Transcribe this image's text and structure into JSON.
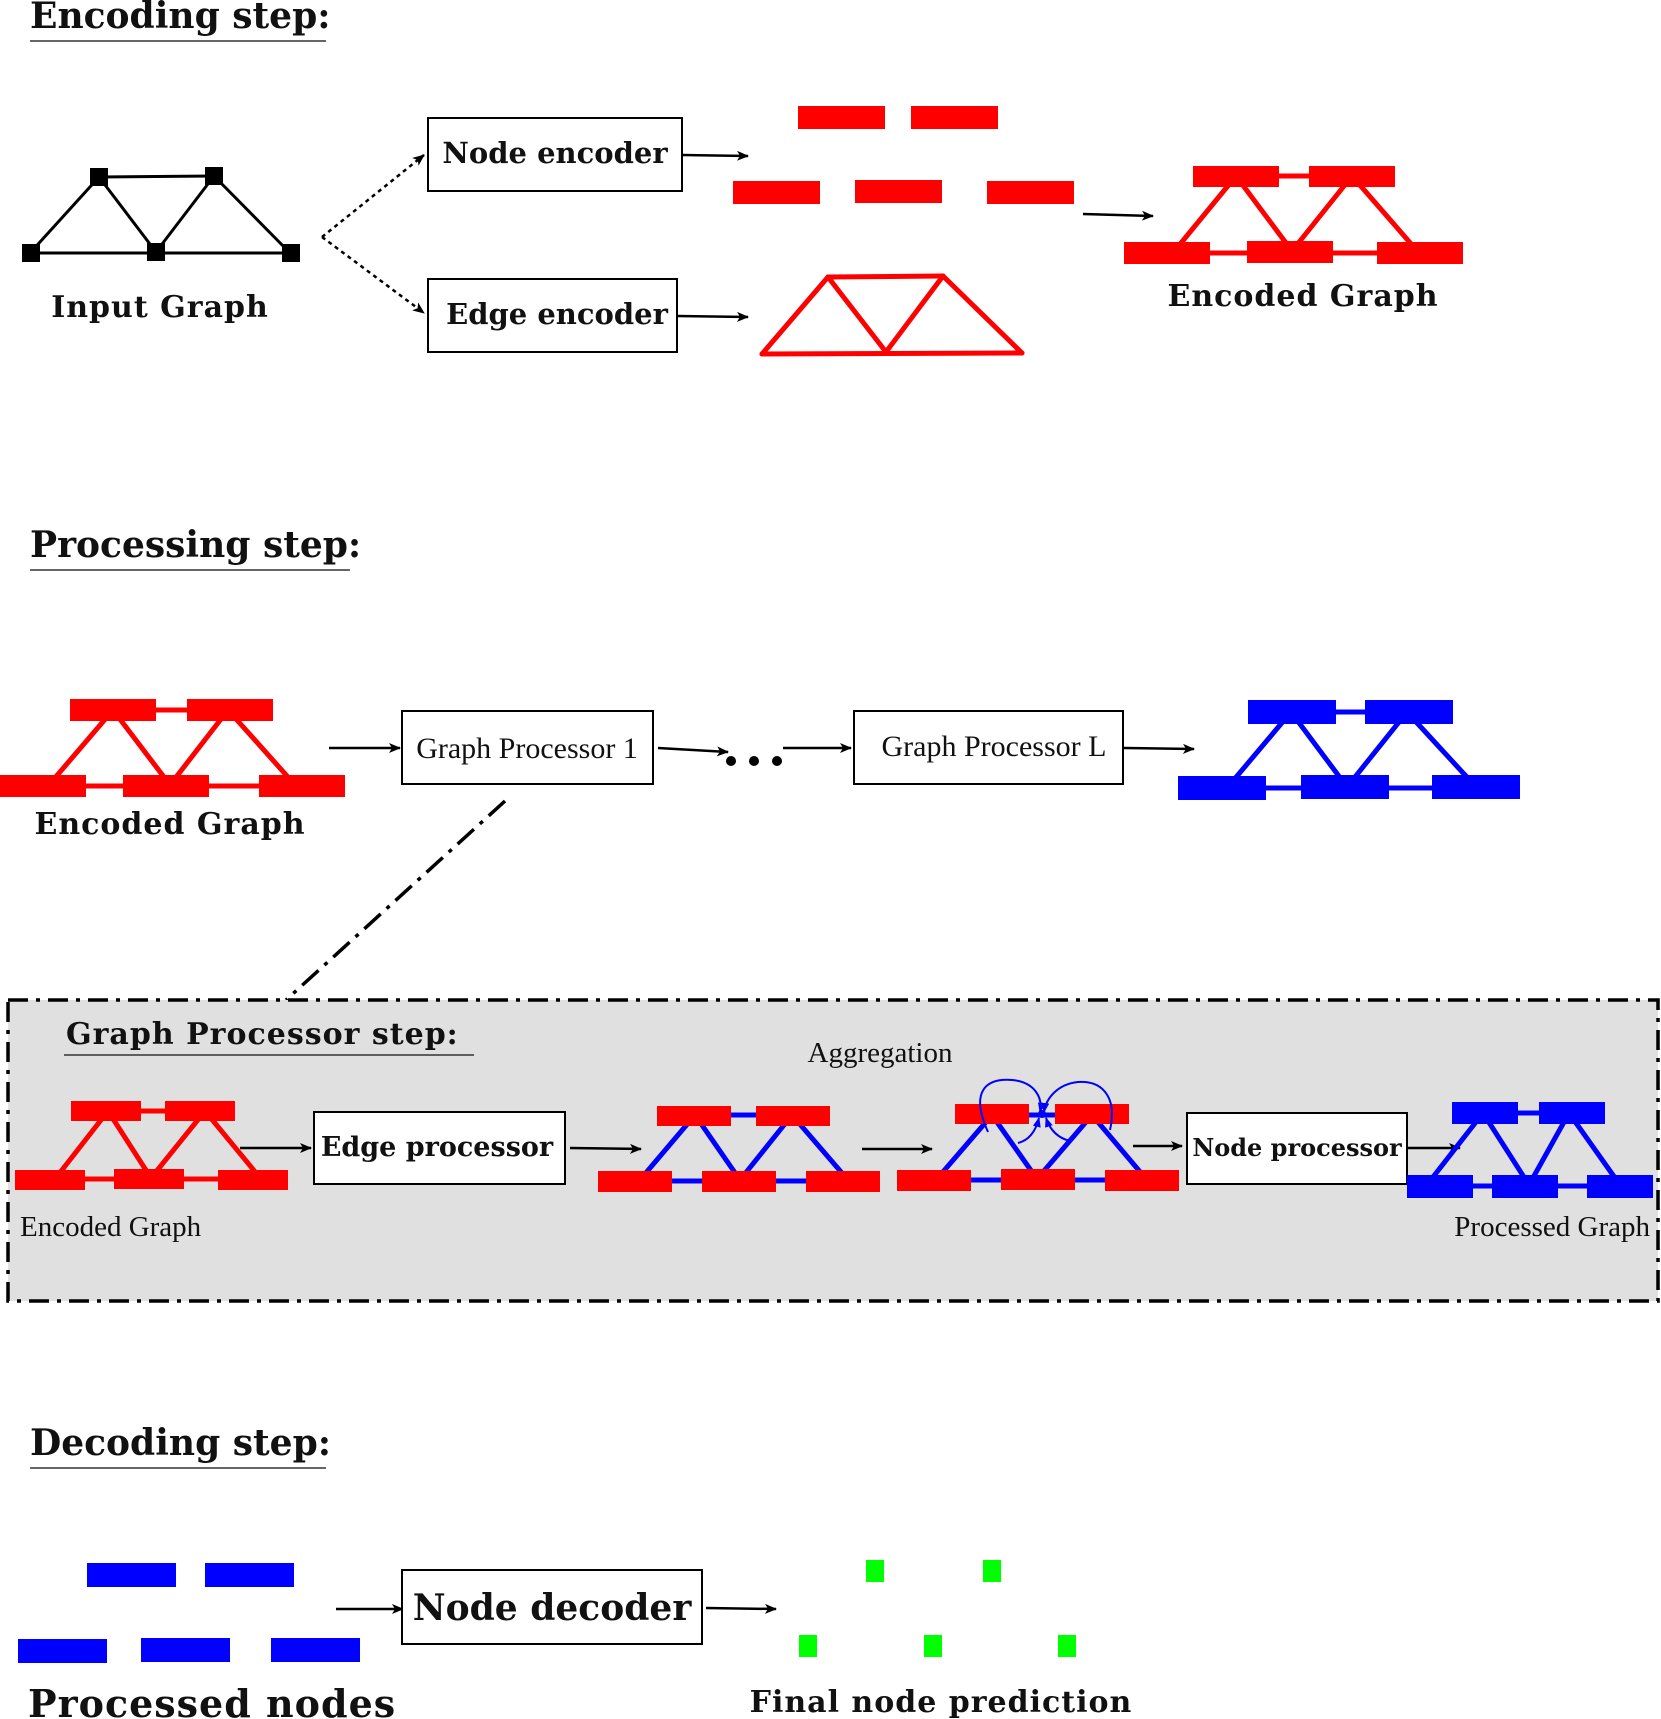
{
  "sections": {
    "encoding": "Encoding step:",
    "processing": "Processing step:",
    "decoding": "Decoding step:",
    "processor_step": "Graph Processor step:"
  },
  "encoding": {
    "input_graph": "Input Graph",
    "node_encoder": "Node encoder",
    "edge_encoder": "Edge encoder",
    "encoded_graph": "Encoded Graph"
  },
  "processing": {
    "encoded_graph": "Encoded Graph",
    "processor_1": "Graph Processor 1",
    "processor_l": "Graph Processor L"
  },
  "processor_step": {
    "encoded_graph": "Encoded Graph",
    "edge_processor": "Edge processor",
    "aggregation": "Aggregation",
    "node_processor": "Node processor",
    "processed_graph": "Processed Graph"
  },
  "decoding": {
    "processed_nodes": "Processed nodes",
    "node_decoder": "Node decoder",
    "final_prediction": "Final node prediction"
  },
  "colors": {
    "encoded": "#ff0000",
    "processed": "#0000ff",
    "prediction": "#00ff00",
    "panel": "#e0e0e0"
  }
}
